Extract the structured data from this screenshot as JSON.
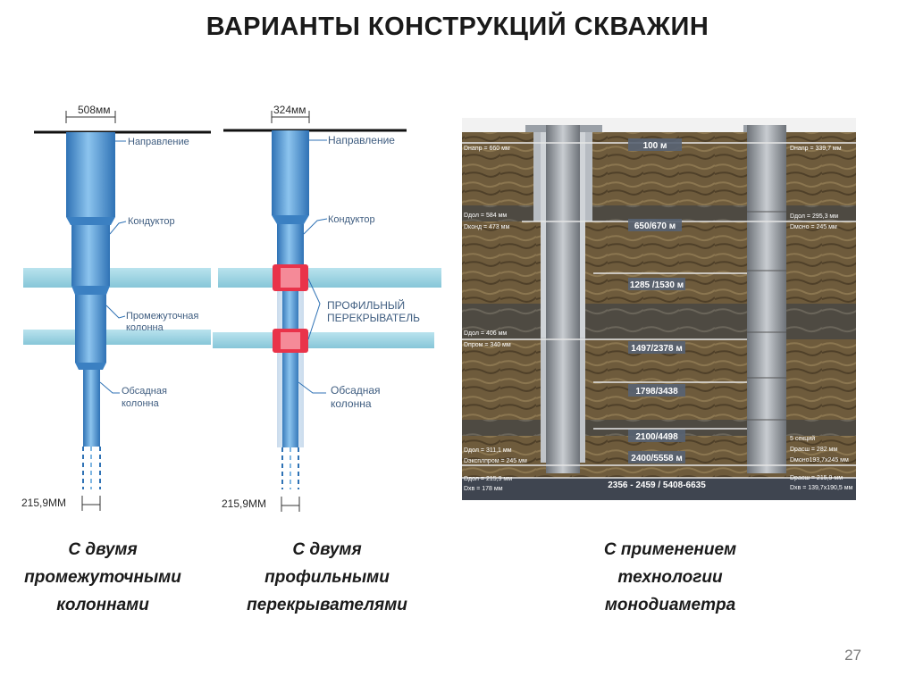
{
  "title": "ВАРИАНТЫ КОНСТРУКЦИЙ СКВАЖИН",
  "page_number": "27",
  "captions": {
    "left": [
      "С двумя",
      "промежуточными",
      "колоннами"
    ],
    "middle": [
      "С двумя",
      "профильными",
      "перекрывателями"
    ],
    "right": [
      "С применением",
      "технологии",
      "монодиаметра"
    ]
  },
  "diagram_left": {
    "top_diameter": "508мм",
    "bottom_diameter": "215,9ММ",
    "labels": {
      "direction": "Направление",
      "conductor": "Кондуктор",
      "intermediate_1": "Промежуточная",
      "intermediate_2": "колонна",
      "casing_1": "Обсадная",
      "casing_2": "колонна"
    }
  },
  "diagram_middle": {
    "top_diameter": "324мм",
    "bottom_diameter": "215,9ММ",
    "labels": {
      "direction": "Направление",
      "conductor": "Кондуктор",
      "profile_1": "ПРОФИЛЬНЫЙ",
      "profile_2": "ПЕРЕКРЫВАТЕЛЬ",
      "casing_1": "Обсадная",
      "casing_2": "колонна"
    }
  },
  "diagram_right": {
    "depth_labels": [
      "100 м",
      "650/670 м",
      "1285 /1530 м",
      "1497/2378 м",
      "1798/3438",
      "2100/4498",
      "2400/5558 м",
      "2356 - 2459 / 5408-6635"
    ],
    "left_specs": [
      "Dнапр = 660 мм",
      "Dдол = 584 мм",
      "Dконд = 473 мм",
      "Dдол = 406 мм",
      "Dпром = 340 мм",
      "Dдол = 311,1 мм",
      "Dэксплпром = 245 мм",
      "Dдол = 215,9 мм",
      "Dхв = 178 мм"
    ],
    "right_specs": [
      "Dнапр = 339,7 мм",
      "Dдол = 295,3 мм",
      "Dмоно = 245 мм",
      "5 секций",
      "Dрасш = 282 мм",
      "Dмоно193,7х245 мм",
      "Dрасш = 215,9 мм",
      "Dхв = 139,7х190,5 мм"
    ]
  },
  "colors": {
    "pipe_blue": "#5fa3d8",
    "pipe_dark": "#2f72b5",
    "layer_cyan": "#9fd6e6",
    "packer_red": "#e9334a",
    "rock_brown": "#6b5a3e",
    "casing_gray": "#8a8f96"
  }
}
